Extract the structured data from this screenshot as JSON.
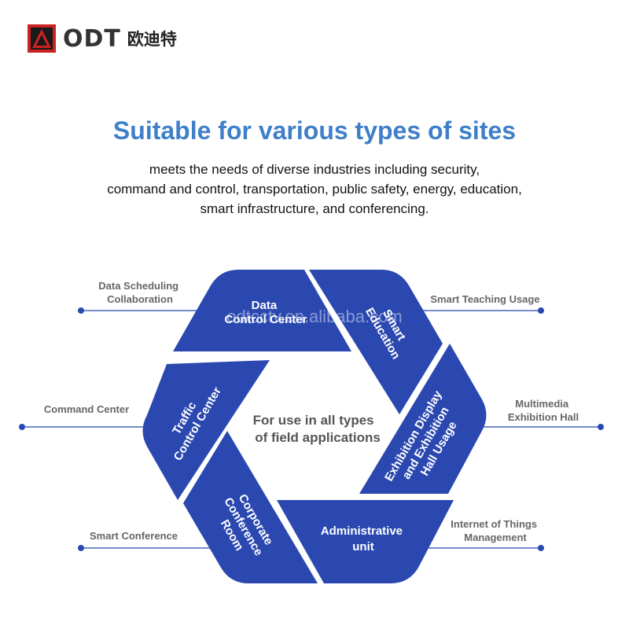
{
  "brand": {
    "logo_text_en": "ODT",
    "logo_text_cn": "欧迪特",
    "logo_icon": "odt-logo-icon",
    "accent_red": "#cc2222"
  },
  "headline": "Suitable for various types of sites",
  "subtitle_lines": [
    "meets the needs of diverse industries including security,",
    "command and control, transportation, public safety, energy, education,",
    "smart infrastructure, and conferencing."
  ],
  "colors": {
    "segment_fill": "#2a48b0",
    "headline": "#3f7fc9"
  },
  "center_lines": [
    "For use in all types",
    "of field applications"
  ],
  "segments": [
    {
      "id": "data-control-center",
      "lines": [
        "Data",
        "Control Center"
      ]
    },
    {
      "id": "smart-education",
      "lines": [
        "Smart",
        "Education"
      ]
    },
    {
      "id": "exhibition-hall-usage",
      "lines": [
        "Exhibition Display",
        "and Exhibition",
        "Hall Usage"
      ]
    },
    {
      "id": "administrative-unit",
      "lines": [
        "Administrative",
        "unit"
      ]
    },
    {
      "id": "corporate-conference-room",
      "lines": [
        "Corporate",
        "Conference",
        "Room"
      ]
    },
    {
      "id": "traffic-control-center",
      "lines": [
        "Traffic",
        "Control Center"
      ]
    }
  ],
  "callouts": [
    {
      "id": "data-scheduling-collaboration",
      "lines": [
        "Data Scheduling",
        "Collaboration"
      ]
    },
    {
      "id": "smart-teaching-usage",
      "lines": [
        "Smart Teaching Usage"
      ]
    },
    {
      "id": "command-center",
      "lines": [
        "Command Center"
      ]
    },
    {
      "id": "multimedia-exhibition-hall",
      "lines": [
        "Multimedia",
        "Exhibition Hall"
      ]
    },
    {
      "id": "smart-conference",
      "lines": [
        "Smart Conference"
      ]
    },
    {
      "id": "internet-of-things-management",
      "lines": [
        "Internet of Things",
        "Management"
      ]
    }
  ],
  "watermark": "odtcctv.en.alibaba.com"
}
